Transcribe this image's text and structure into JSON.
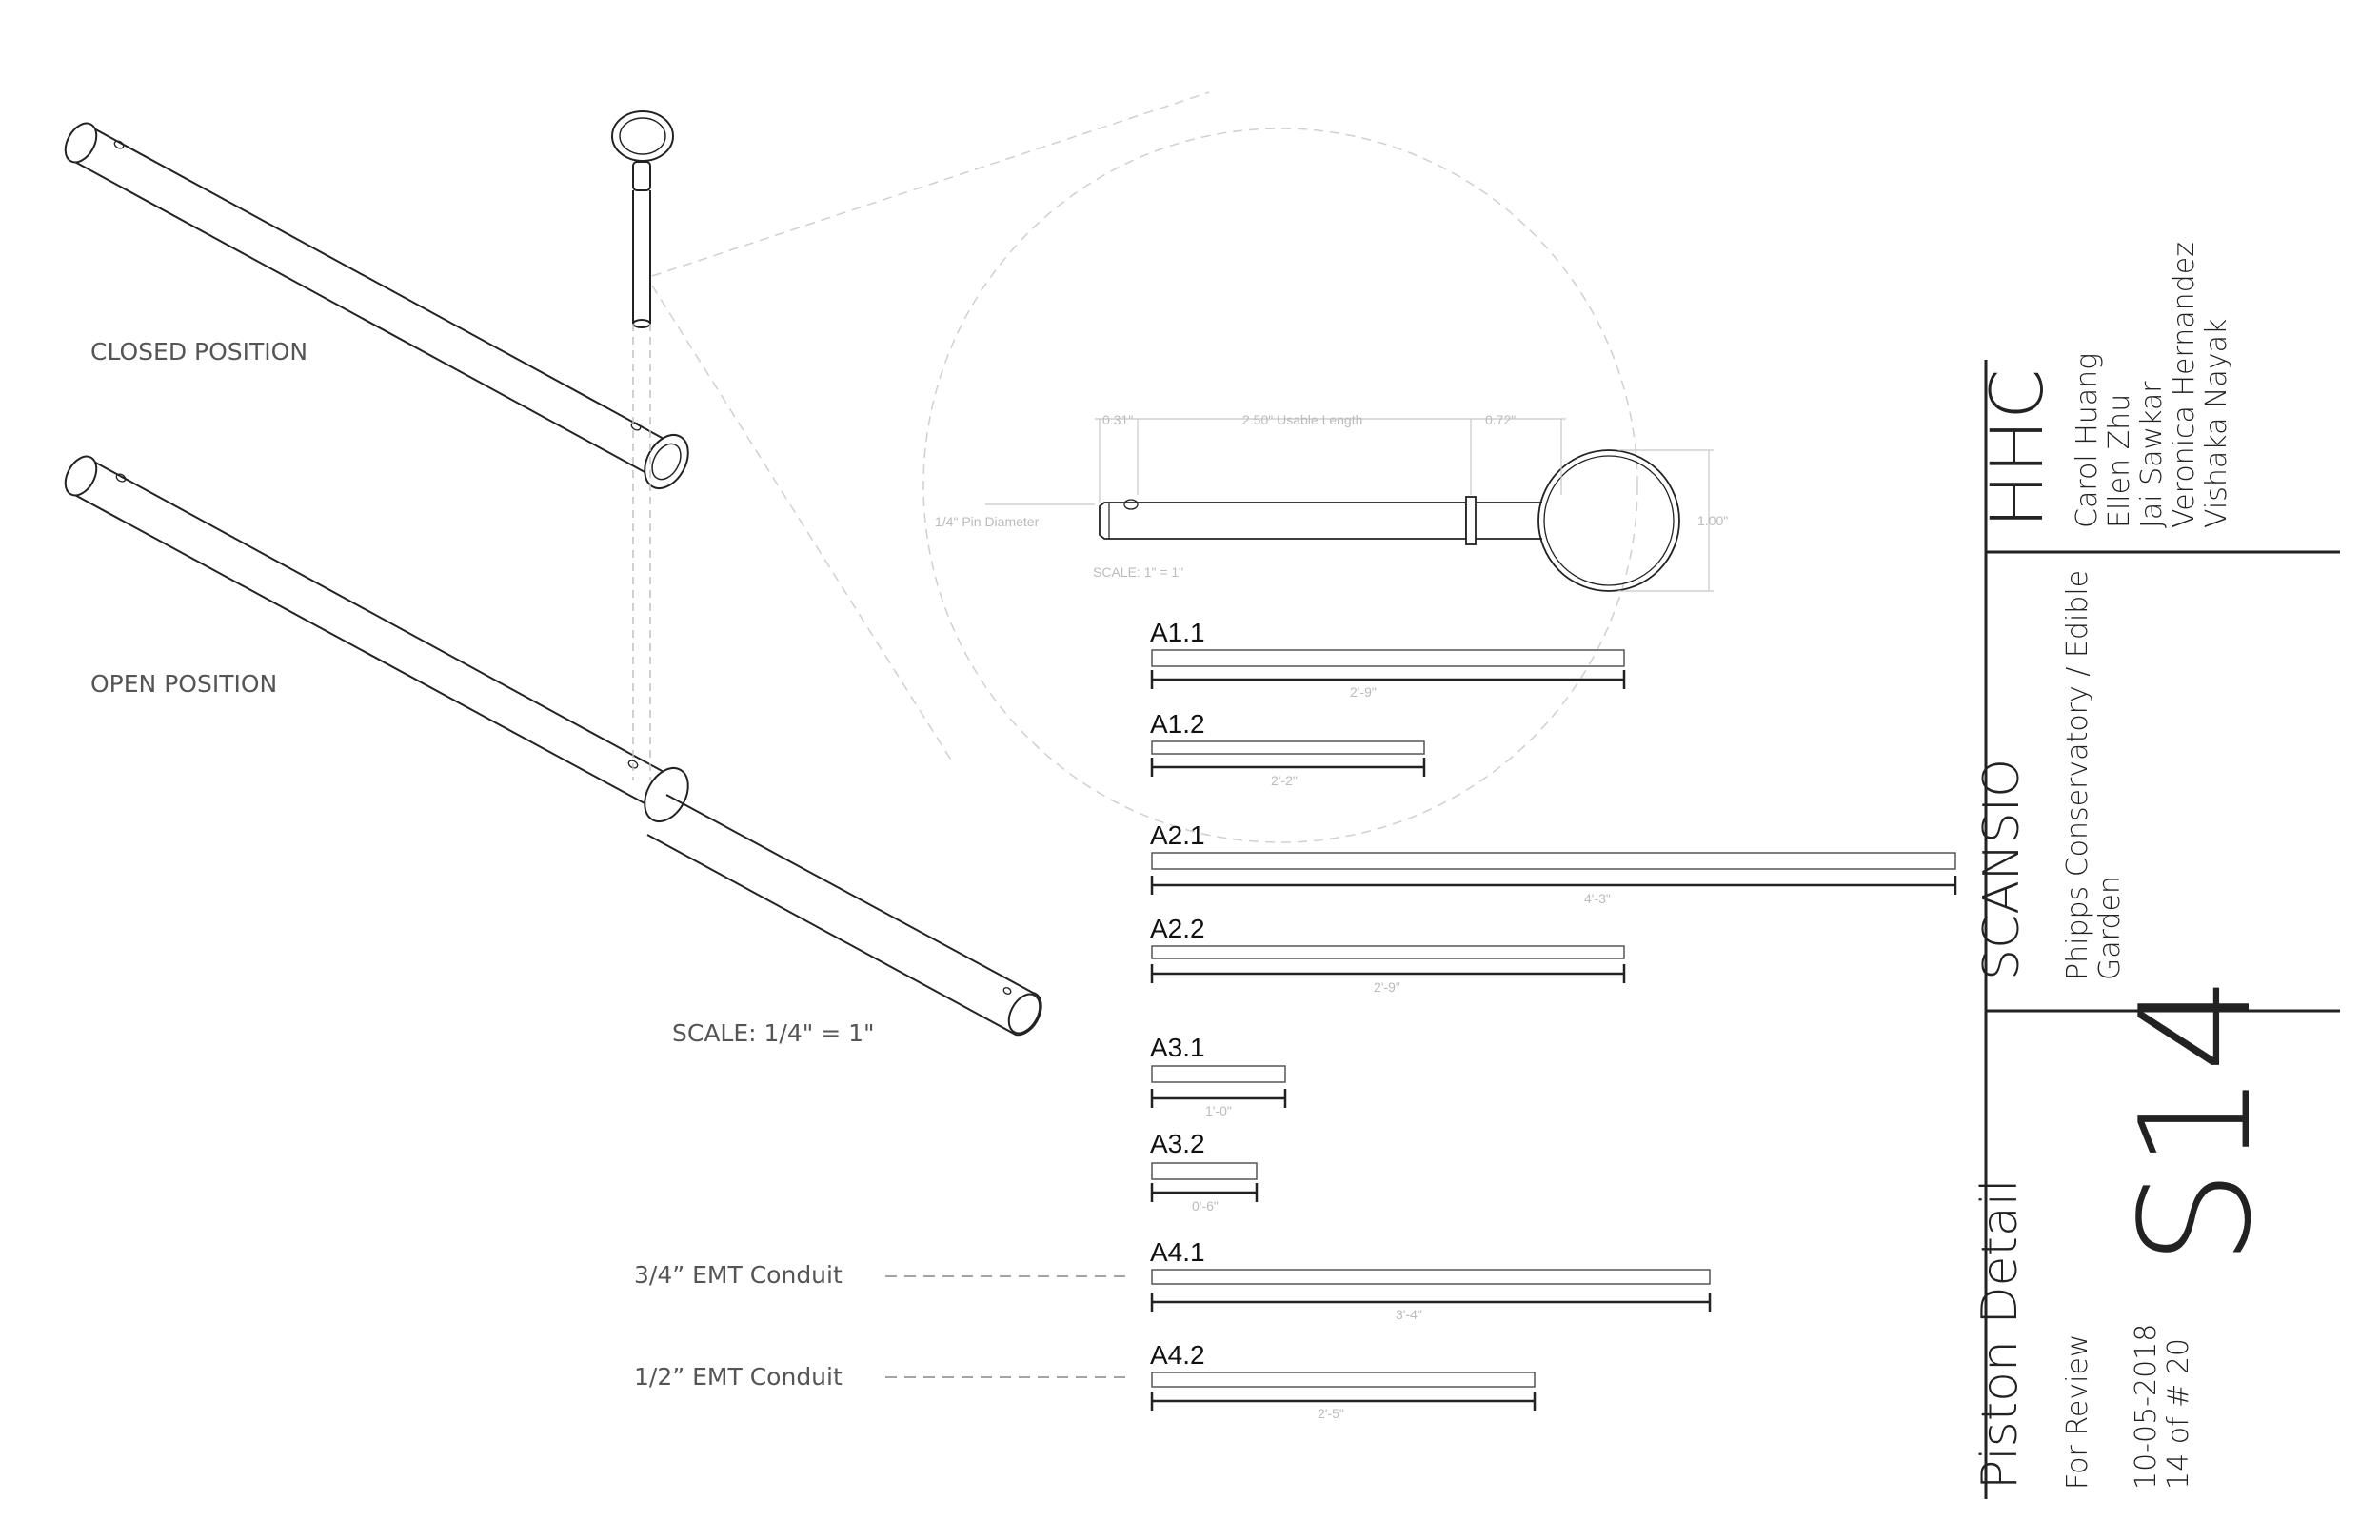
{
  "labels": {
    "closed_position": "CLOSED POSITION",
    "open_position": "OPEN POSITION",
    "scale_assembly": "SCALE: 1/4\" = 1\"",
    "conduit_34": "3/4” EMT Conduit",
    "conduit_12": "1/2” EMT Conduit"
  },
  "pin_detail": {
    "dim_left": "0.31\"",
    "dim_usable": "2.50\" Usable Length",
    "dim_right": "0.72\"",
    "dim_ring": "1.00\"",
    "pin_diameter": "1/4\" Pin Diameter",
    "scale": "SCALE: 1\" = 1\""
  },
  "parts": [
    {
      "id": "A1.1",
      "length": "2'-9\""
    },
    {
      "id": "A1.2",
      "length": "2'-2\""
    },
    {
      "id": "A2.1",
      "length": "4'-3\""
    },
    {
      "id": "A2.2",
      "length": "2'-9\""
    },
    {
      "id": "A3.1",
      "length": "1'-0\""
    },
    {
      "id": "A3.2",
      "length": "0'-6\""
    },
    {
      "id": "A4.1",
      "length": "3'-4\""
    },
    {
      "id": "A4.2",
      "length": "2'-5\""
    }
  ],
  "title_block": {
    "firm": "HHC",
    "team": [
      "Carol Huang",
      "Ellen Zhu",
      "Jai Sawkar",
      "Veronica Hernandez",
      "Vishaka Nayak"
    ],
    "project": "SCANSIO",
    "client_line1": "Phipps Conservatory / Edible",
    "client_line2": "Garden",
    "sheet_number": "S14",
    "sheet_title": "Piston Detail",
    "status": "For Review",
    "date": "10-05-2018",
    "sheet_count": "14 of # 20"
  },
  "colors": {
    "line": "#222222",
    "faint_line": "#c8c8c8",
    "label_gray": "#555555"
  }
}
